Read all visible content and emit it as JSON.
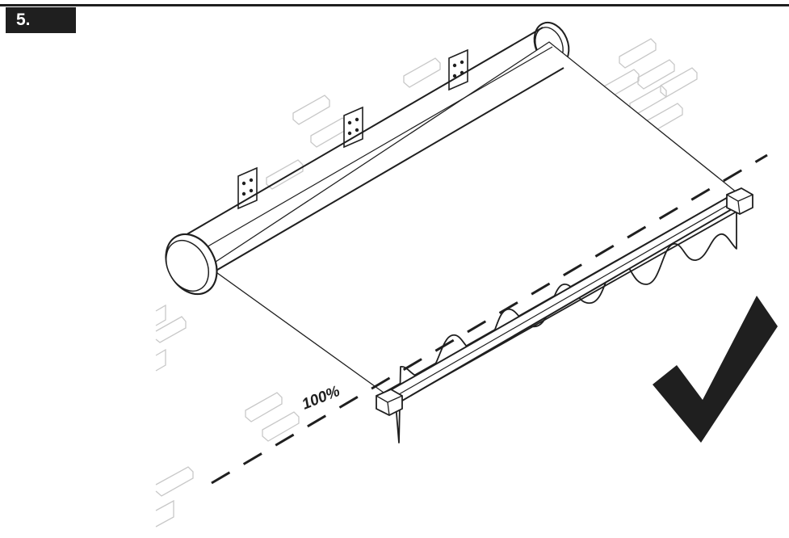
{
  "step": {
    "number": "5."
  },
  "annotations": {
    "extension_label": "100%"
  },
  "status": {
    "result": "correct",
    "icon": "checkmark-icon"
  },
  "colors": {
    "ink": "#1f1f1f",
    "brick_outline": "#c8c8c8",
    "background": "#ffffff"
  }
}
